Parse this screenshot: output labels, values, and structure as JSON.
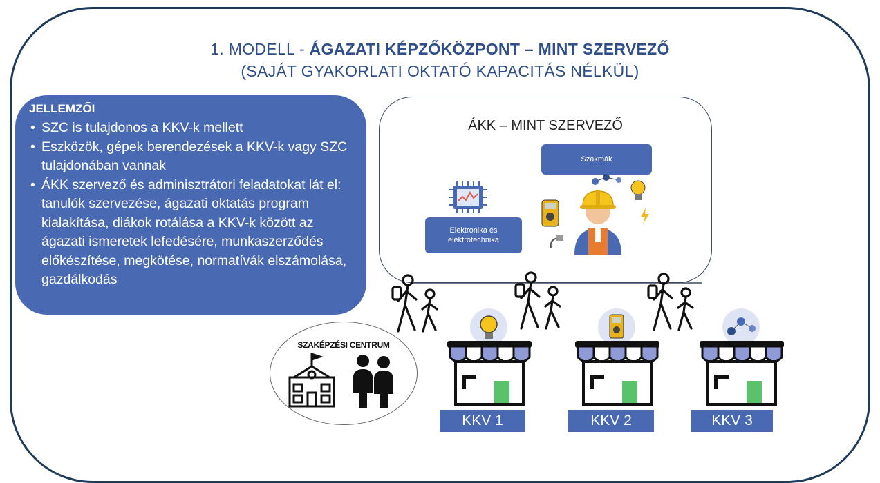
{
  "title": {
    "line1_prefix": "1. MODELL - ",
    "line1_bold": "ÁGAZATI KÉPZŐKÖZPONT – MINT SZERVEZŐ",
    "line2": "(SAJÁT GYAKORLATI OKTATÓ KAPACITÁS NÉLKÜL)"
  },
  "features": {
    "heading": "JELLEMZŐI",
    "items": [
      "SZC is tulajdonos a KKV-k mellett",
      "Eszközök, gépek berendezések a KKV-k vagy SZC  tulajdonában vannak",
      "ÁKK szervező és adminisztrátori feladatokat lát el: tanulók szervezése, ágazati oktatás program kialakítása, diákok rotálása a KKV-k között az ágazati ismeretek lefedésére, munkaszerződés előkészítése, megkötése, normatívák  elszámolása, gazdálkodás"
    ]
  },
  "akk": {
    "title": "ÁKK – MINT SZERVEZŐ",
    "professions_label": "Szakmák",
    "electronics_label": "Elektronika és elektrotechnika"
  },
  "szc": {
    "title": "SZAKÉPZÉSI CENTRUM"
  },
  "kkv": [
    {
      "label": "KKV 1",
      "icon": "lightbulb-icon"
    },
    {
      "label": "KKV 2",
      "icon": "multimeter-icon"
    },
    {
      "label": "KKV 3",
      "icon": "molecule-icon"
    }
  ],
  "colors": {
    "accent": "#4a69b3",
    "title": "#2f4f8a",
    "frame": "#1f3b5b",
    "shop_light": "#8f9ad6",
    "door": "#59c26a"
  }
}
